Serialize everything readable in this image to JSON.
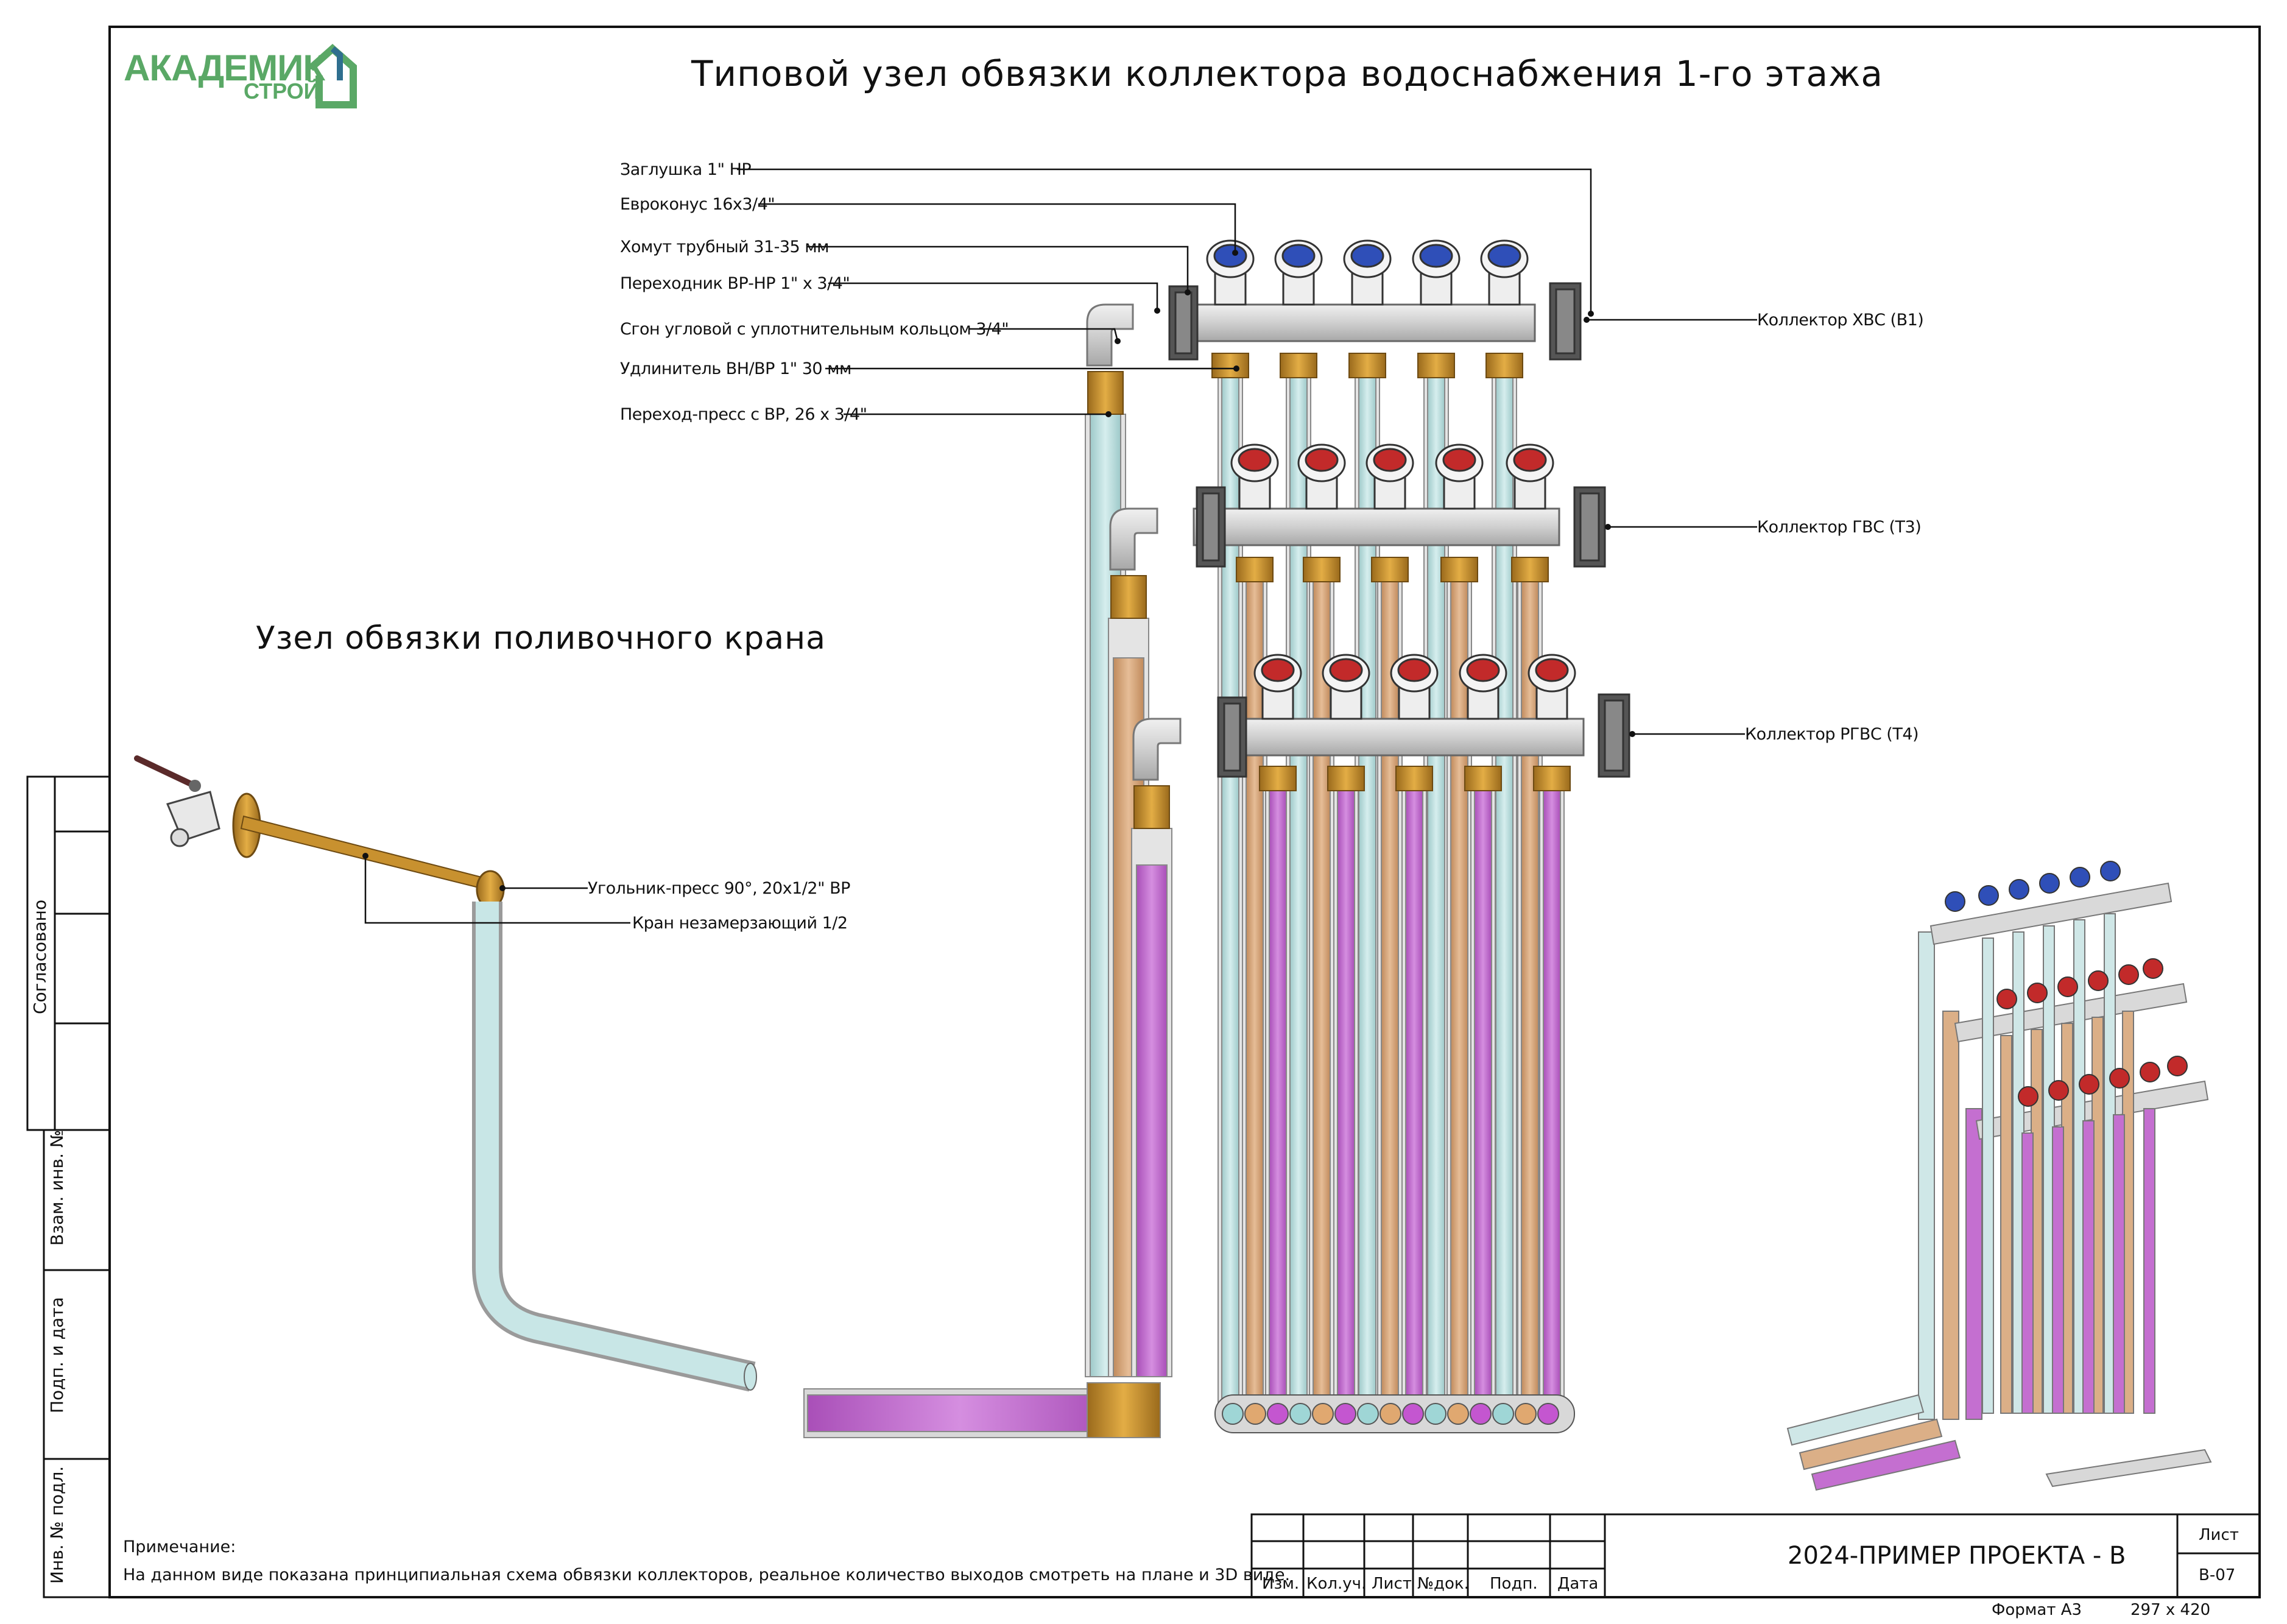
{
  "logo": {
    "line1": "АКАДЕМИК",
    "line2": "СТРОЙ",
    "color": "#5aa866"
  },
  "title": "Типовой узел обвязки коллектора водоснабжения 1-го этажа",
  "watering_title": "Узел обвязки поливочного крана",
  "callouts_left": [
    "Заглушка 1\" НР",
    "Евроконус 16х3/4\"",
    "Хомут трубный 31-35 мм",
    "Переходник ВР-НР 1\" х 3/4\"",
    "Сгон угловой с уплотнительным кольцом 3/4\"",
    "Удлинитель ВН/ВР 1\" 30 мм",
    "Переход-пресс с ВР, 26 х 3/4\""
  ],
  "callouts_right": [
    "Коллектор ХВС (В1)",
    "Коллектор ГВС (Т3)",
    "Коллектор РГВС (Т4)"
  ],
  "watering_callouts": [
    "Угольник-пресс 90°, 20х1/2\" ВР",
    "Кран незамерзающий 1/2"
  ],
  "note": {
    "label": "Примечание:",
    "text": "На данном виде показана принципиальная схема обвязки коллекторов, реальное количество выходов смотреть на плане и 3D виде."
  },
  "side_stamp": [
    "Согласовано",
    "Взам. инв. №",
    "Подп. и дата",
    "Инв. № подл."
  ],
  "title_block": {
    "columns": [
      "Изм.",
      "Кол.уч.",
      "Лист",
      "№док.",
      "Подп.",
      "Дата"
    ],
    "project_code": "2024-ПРИМЕР ПРОЕКТА - В",
    "sheet_label": "Лист",
    "sheet_number": "В-07"
  },
  "footer": {
    "format": "Формат А3",
    "size": "297 х 420"
  },
  "colors": {
    "cold_pipe": "#b9dcdc",
    "hot_pipe": "#d5a57a",
    "recirc_pipe": "#c46fd0",
    "brass": "#c8912f",
    "cold_cap": "#2f4fb8",
    "hot_cap": "#c22a2a",
    "manifold": "#d9d9d9"
  }
}
